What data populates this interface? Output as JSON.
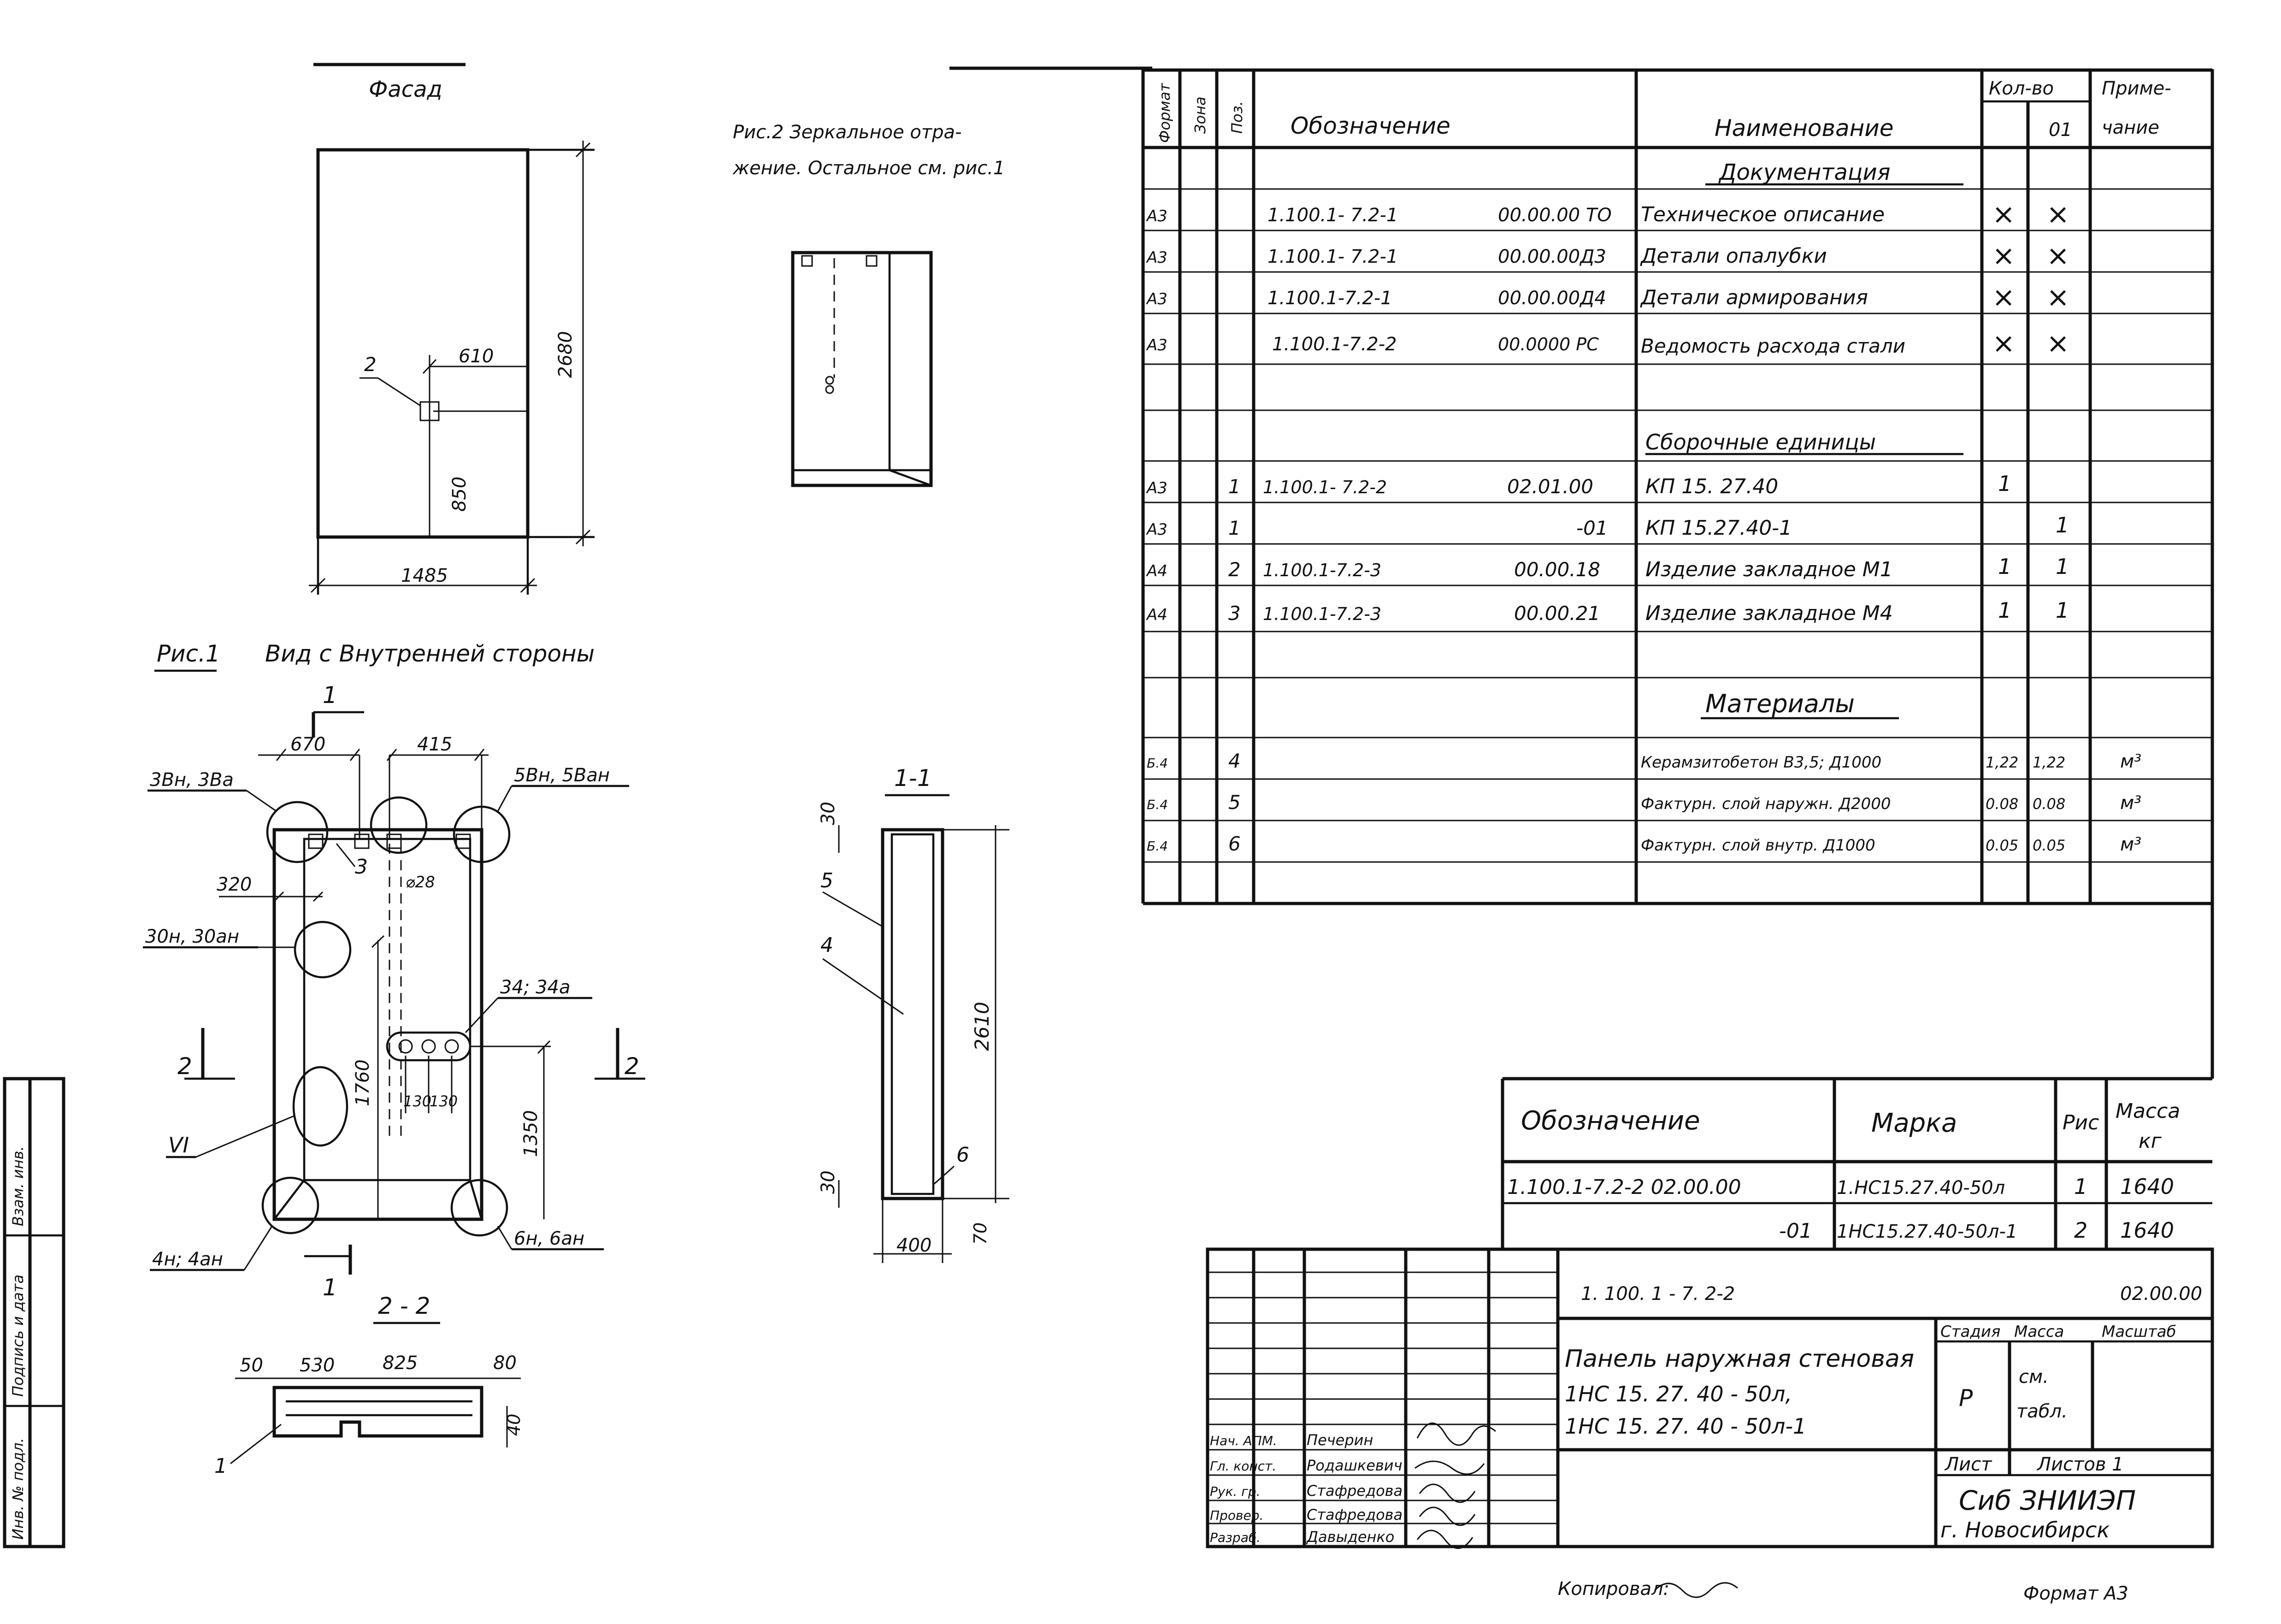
{
  "left_drawings": {
    "facade_title": "Фасад",
    "facade_dims": {
      "width": "1485",
      "height": "2680",
      "offset_x": "610",
      "offset_y": "850",
      "item": "2"
    },
    "fig2_caption_line1": "Рис.2 Зеркальное отра-",
    "fig2_caption_line2": "жение. Остальное см. рис.1",
    "fig1_label": "Рис.1",
    "fig1_caption": "Вид с Внутренней стороны",
    "inner_view": {
      "section_mark_top": "1",
      "section_mark_bottom": "1",
      "section_mark_left": "2",
      "section_mark_right": "2",
      "dim_670": "670",
      "dim_415": "415",
      "dim_320": "320",
      "dim_1760": "1760",
      "dim_1350": "1350",
      "dim_130a": "130",
      "dim_130b": "130",
      "pipe_d": "⌀28",
      "item_3": "3",
      "roman_6": "VI",
      "c_3n": "3Вн, 3Ва",
      "c_5n": "5Вн, 5Ван",
      "c_30n": "30н, 30ан",
      "c_34": "34; 34а",
      "c_4n": "4н; 4ан",
      "c_6n": "6н, 6ан"
    },
    "section_22": {
      "title": "2 - 2",
      "d50": "50",
      "d530": "530",
      "d825": "825",
      "d80": "80",
      "d40": "40",
      "item_1": "1"
    },
    "section_11": {
      "title": "1-1",
      "d30top": "30",
      "d30bot": "30",
      "d2610": "2610",
      "d400": "400",
      "d70": "70",
      "item_4": "4",
      "item_5": "5",
      "item_6": "6"
    }
  },
  "spec_table": {
    "headers": {
      "format": "Формат",
      "zone": "Зона",
      "pos": "Поз.",
      "designation": "Обозначение",
      "name": "Наименование",
      "qty": "Кол-во",
      "qty_sub": "01",
      "note": "Приме-",
      "note2": "чание"
    },
    "sections": {
      "docs": "Документация",
      "assemblies": "Сборочные единицы",
      "materials": "Материалы"
    },
    "doc_rows": [
      {
        "format": "А3",
        "code": "1.100.1- 7.2-1",
        "sub": "00.00.00 ТО",
        "name": "Техническое описание",
        "q1": "×",
        "q2": "×"
      },
      {
        "format": "А3",
        "code": "1.100.1- 7.2-1",
        "sub": "00.00.00Д3",
        "name": "Детали опалубки",
        "q1": "×",
        "q2": "×"
      },
      {
        "format": "А3",
        "code": "1.100.1-7.2-1",
        "sub": "00.00.00Д4",
        "name": "Детали армирования",
        "q1": "×",
        "q2": "×"
      },
      {
        "format": "А3",
        "code": "1.100.1-7.2-2",
        "sub": "00.0000 РС",
        "name": "Ведомость расхода стали",
        "q1": "×",
        "q2": "×"
      }
    ],
    "assembly_rows": [
      {
        "format": "А3",
        "pos": "1",
        "code": "1.100.1- 7.2-2",
        "sub": "02.01.00",
        "name": "КП 15. 27.40",
        "q1": "1",
        "q2": ""
      },
      {
        "format": "А3",
        "pos": "1",
        "code": "",
        "sub": "-01",
        "name": "КП 15.27.40-1",
        "q1": "",
        "q2": "1"
      },
      {
        "format": "А4",
        "pos": "2",
        "code": "1.100.1-7.2-3",
        "sub": "00.00.18",
        "name": "Изделие закладное М1",
        "q1": "1",
        "q2": "1"
      },
      {
        "format": "А4",
        "pos": "3",
        "code": "1.100.1-7.2-3",
        "sub": "00.00.21",
        "name": "Изделие закладное М4",
        "q1": "1",
        "q2": "1"
      }
    ],
    "material_rows": [
      {
        "format": "Б.4",
        "pos": "4",
        "name": "Керамзитобетон В3,5; Д1000",
        "q1": "1,22",
        "q2": "1,22",
        "note": "м³"
      },
      {
        "format": "Б.4",
        "pos": "5",
        "name": "Фактурн. слой наружн. Д2000",
        "q1": "0.08",
        "q2": "0.08",
        "note": "м³"
      },
      {
        "format": "Б.4",
        "pos": "6",
        "name": "Фактурн. слой внутр. Д1000",
        "q1": "0.05",
        "q2": "0.05",
        "note": "м³"
      }
    ]
  },
  "marks_table": {
    "h_designation": "Обозначение",
    "h_mark": "Марка",
    "h_fig": "Рис",
    "h_mass": "Масса",
    "h_mass_unit": "кг",
    "rows": [
      {
        "designation": "1.100.1-7.2-2  02.00.00",
        "mark": "1.НС15.27.40-50л",
        "fig": "1",
        "mass": "1640"
      },
      {
        "designation": "-01",
        "mark": "1НС15.27.40-50л-1",
        "fig": "2",
        "mass": "1640"
      }
    ]
  },
  "title_block": {
    "doc_code": "1. 100. 1 - 7. 2-2",
    "doc_code_right": "02.00.00",
    "panel_title_1": "Панель наружная стеновая",
    "panel_title_2": "1НС 15. 27. 40 - 50л,",
    "panel_title_3": "1НС 15. 27. 40 - 50л-1",
    "stage_h": "Стадия",
    "mass_h": "Масса",
    "scale_h": "Масштаб",
    "stage_v": "Р",
    "mass_v1": "см.",
    "mass_v2": "табл.",
    "sheet_h": "Лист",
    "sheets_h": "Листов 1",
    "org_1": "Сиб ЗНИИЭП",
    "org_2": "г. Новосибирск",
    "roles": [
      {
        "role": "Нач. АПМ.",
        "person": "Печерин"
      },
      {
        "role": "Гл. конст.",
        "person": "Родашкевич"
      },
      {
        "role": "Рук. гр.",
        "person": "Стафредова"
      },
      {
        "role": "Провер.",
        "person": "Стафредова"
      },
      {
        "role": "Разраб.",
        "person": "Давыденко"
      }
    ],
    "copied": "Копировал:",
    "format": "Формат А3"
  },
  "left_margin": {
    "inv_label": "Инв. № подл.",
    "sign_label": "Подпись и дата",
    "swap_label": "Взам. инв."
  }
}
